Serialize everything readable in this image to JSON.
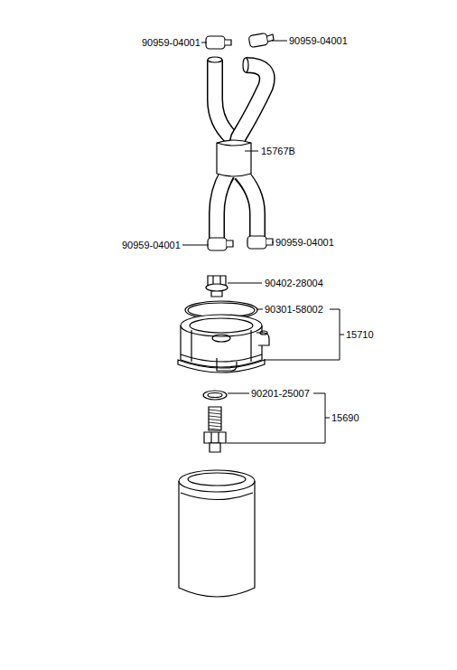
{
  "diagram": {
    "labels": [
      "90959-04001",
      "90959-04001",
      "15767B",
      "90959-04001",
      "90959-04001",
      "90402-28004",
      "90301-58002",
      "15710",
      "90201-25007",
      "15690"
    ]
  }
}
